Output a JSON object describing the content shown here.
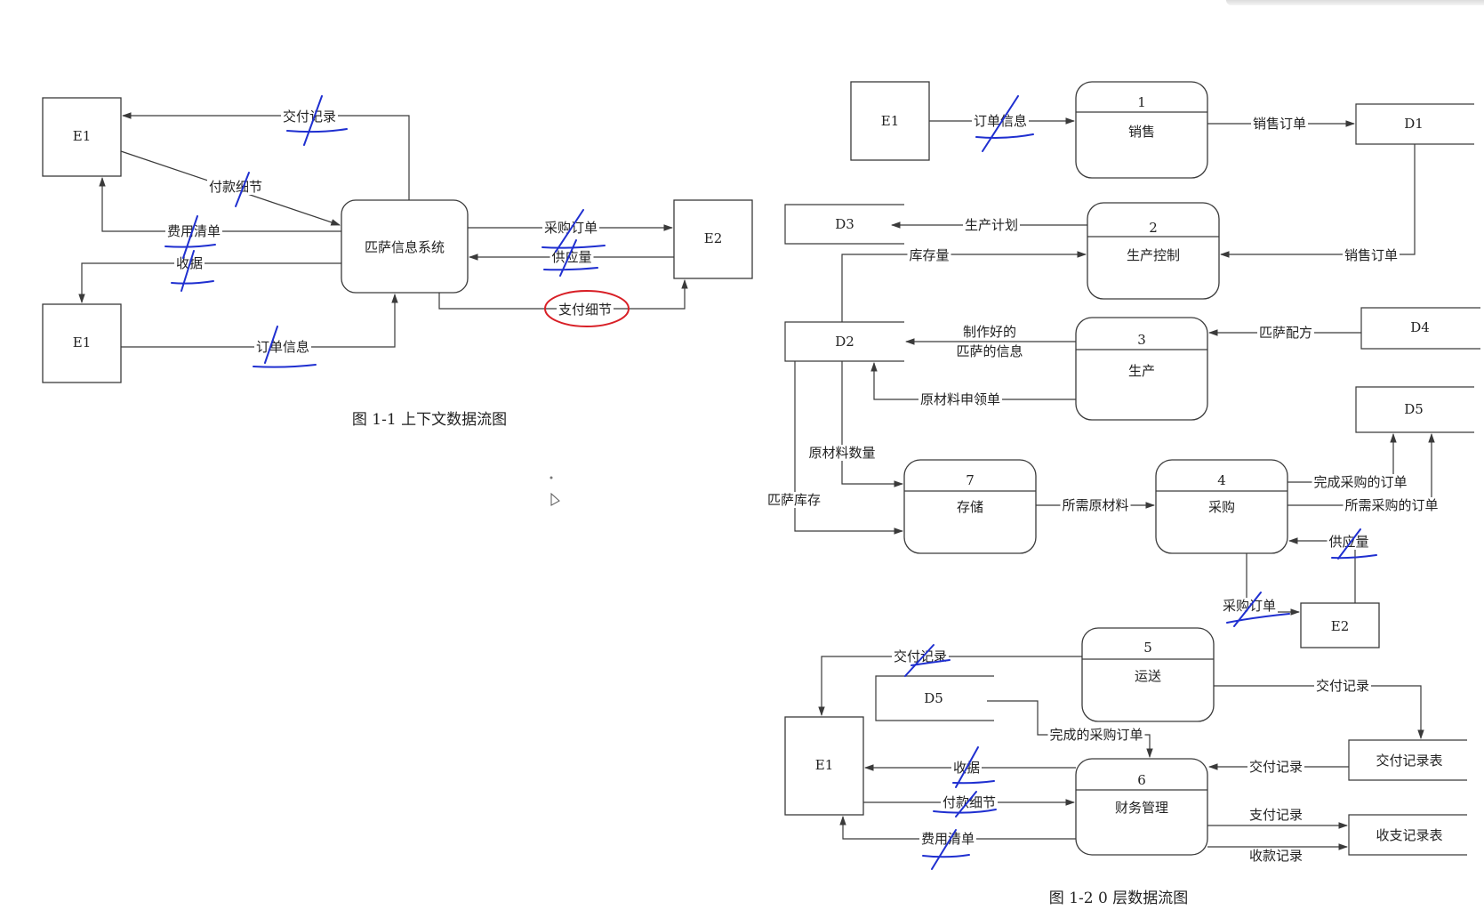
{
  "fig1": {
    "caption": "图 1-1    上下文数据流图",
    "nodes": {
      "e1_top": "E1",
      "e1_bottom": "E1",
      "system": "匹萨信息系统",
      "e2": "E2"
    },
    "flows": {
      "delivery_record": "交付记录",
      "payment_detail": "付款细节",
      "expense_list": "费用清单",
      "receipt": "收据",
      "order_info": "订单信息",
      "purchase_order": "采购订单",
      "supply_qty": "供应量",
      "pay_detail": "支付细节"
    }
  },
  "fig2": {
    "caption": "图 1-2    0 层数据流图",
    "nodes": {
      "e1_top": "E1",
      "e1_bottom": "E1",
      "e2": "E2",
      "p1_num": "1",
      "p1_name": "销售",
      "p2_num": "2",
      "p2_name": "生产控制",
      "p3_num": "3",
      "p3_name": "生产",
      "p4_num": "4",
      "p4_name": "采购",
      "p5_num": "5",
      "p5_name": "运送",
      "p6_num": "6",
      "p6_name": "财务管理",
      "p7_num": "7",
      "p7_name": "存储",
      "d1": "D1",
      "d2": "D2",
      "d3": "D3",
      "d4": "D4",
      "d5_right": "D5",
      "d5_left": "D5",
      "delivery_table": "交付记录表",
      "ledger_table": "收支记录表"
    },
    "flows": {
      "order_info": "订单信息",
      "sales_order_1": "销售订单",
      "sales_order_2": "销售订单",
      "production_plan": "生产计划",
      "stock_qty": "库存量",
      "made_pizza_1": "制作好的",
      "made_pizza_2": "匹萨的信息",
      "pizza_recipe": "匹萨配方",
      "material_request": "原材料申领单",
      "material_qty": "原材料数量",
      "pizza_stock": "匹萨库存",
      "needed_material": "所需原材料",
      "completed_po": "完成采购的订单",
      "needed_po": "所需采购的订单",
      "supply_qty": "供应量",
      "purchase_order": "采购订单",
      "delivery_record_left": "交付记录",
      "delivery_record_right": "交付记录",
      "completed_po_2": "完成的采购订单",
      "receipt": "收据",
      "delivery_record_in": "交付记录",
      "payment_detail": "付款细节",
      "pay_record": "支付记录",
      "expense_list": "费用清单",
      "collect_record": "收款记录"
    }
  },
  "colors": {
    "annotation_blue": "#1f2fd0",
    "annotation_red": "#d81f26",
    "line": "#3a3a3a"
  }
}
